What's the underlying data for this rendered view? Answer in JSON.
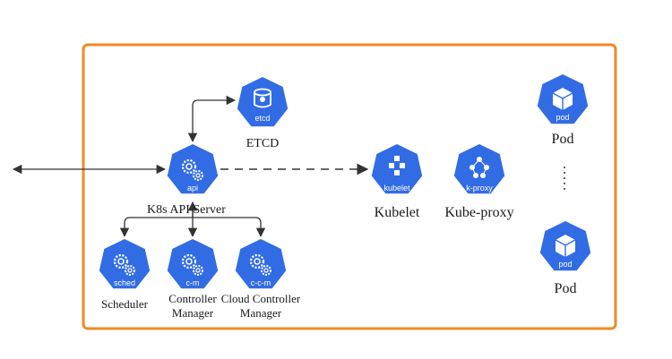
{
  "colors": {
    "frame": "#f08a24",
    "k8s_blue": "#326ce5",
    "line": "#333333",
    "white": "#ffffff"
  },
  "nodes": {
    "etcd": {
      "icon_text": "etcd",
      "label": "ETCD",
      "icon": "database-cylinder-icon"
    },
    "api": {
      "icon_text": "api",
      "label": "K8s API Server",
      "icon": "gears-icon"
    },
    "sched": {
      "icon_text": "sched",
      "label": "Scheduler",
      "icon": "gears-icon"
    },
    "cm": {
      "icon_text": "c-m",
      "label_line1": "Controller",
      "label_line2": "Manager",
      "icon": "gears-icon"
    },
    "ccm": {
      "icon_text": "c-c-m",
      "label_line1": "Cloud Controller",
      "label_line2": "Manager",
      "icon": "gears-icon"
    },
    "kubelet": {
      "icon_text": "kubelet",
      "label": "Kubelet",
      "icon": "cubes-icon"
    },
    "kproxy": {
      "icon_text": "k-proxy",
      "label": "Kube-proxy",
      "icon": "network-icon"
    },
    "pod1": {
      "icon_text": "pod",
      "label": "Pod",
      "icon": "cube-icon"
    },
    "pod2": {
      "icon_text": "pod",
      "label": "Pod",
      "icon": "cube-icon"
    }
  }
}
